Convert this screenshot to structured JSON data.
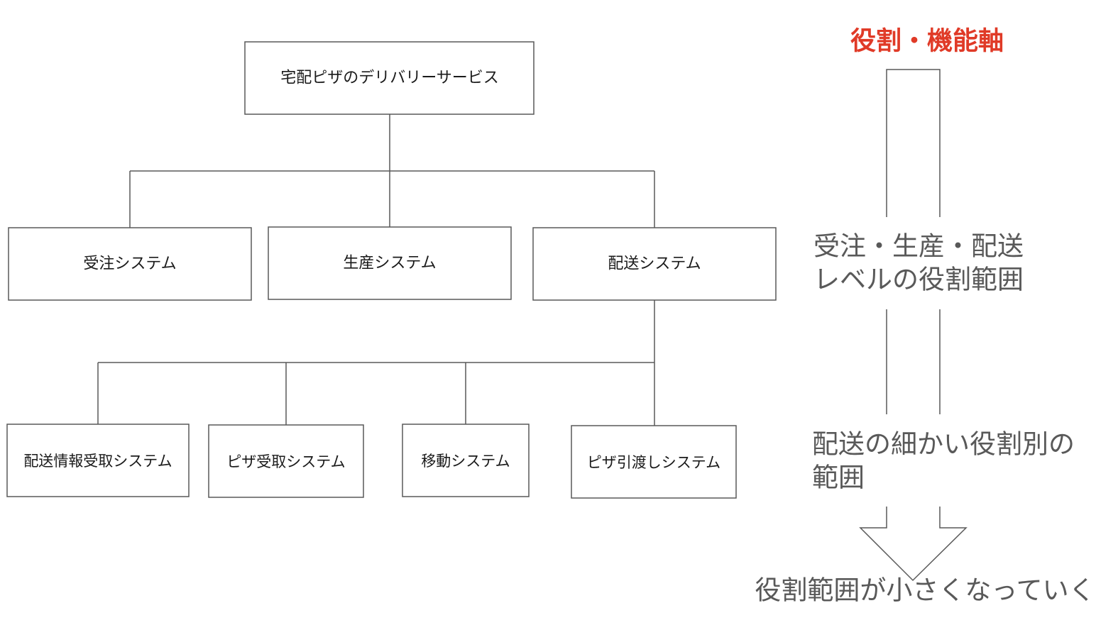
{
  "colors": {
    "axis_title": "#e03a27",
    "text": "#1a1a1a",
    "muted_text": "#595959",
    "line": "#595959"
  },
  "diagram": {
    "root": {
      "label": "宅配ピザのデリバリーサービス"
    },
    "level1": [
      {
        "label": "受注システム"
      },
      {
        "label": "生産システム"
      },
      {
        "label": "配送システム"
      }
    ],
    "level2": [
      {
        "label": "配送情報受取システム"
      },
      {
        "label": "ピザ受取システム"
      },
      {
        "label": "移動システム"
      },
      {
        "label": "ピザ引渡しシステム"
      }
    ]
  },
  "axis": {
    "title": "役割・機能軸",
    "level1_label_lines": [
      "受注・生産・配送",
      "レベルの役割範囲"
    ],
    "level2_label_lines": [
      "配送の細かい役割別の",
      "範囲"
    ],
    "bottom_label": "役割範囲が小さくなっていく"
  }
}
